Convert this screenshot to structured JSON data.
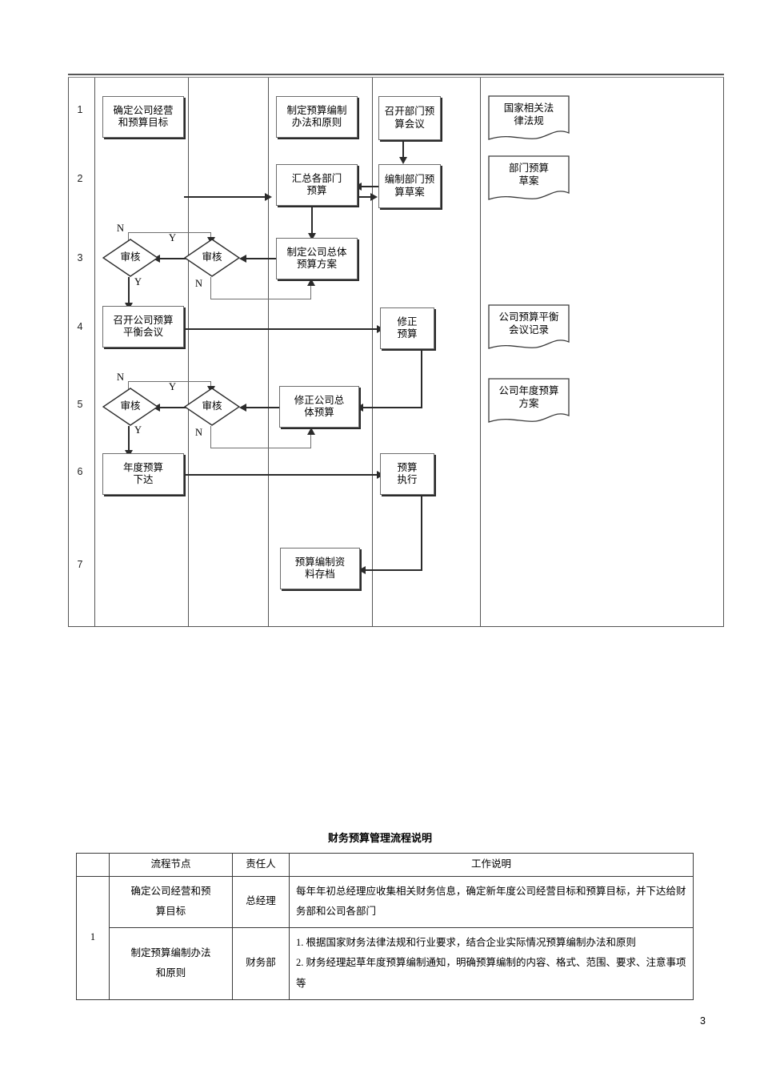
{
  "flowchart": {
    "row_numbers": [
      "1",
      "2",
      "3",
      "4",
      "5",
      "6",
      "7"
    ],
    "nodes": {
      "n1": {
        "text": "确定公司经营\n和预算目标",
        "type": "process"
      },
      "n2": {
        "text": "制定预算编制\n办法和原则",
        "type": "process"
      },
      "n3": {
        "text": "召开部门预\n算会议",
        "type": "process"
      },
      "n4": {
        "text": "编制部门预\n算草案",
        "type": "process"
      },
      "n5": {
        "text": "汇总各部门\n预算",
        "type": "process"
      },
      "n6": {
        "text": "制定公司总体\n预算方案",
        "type": "process"
      },
      "n7": {
        "text": "召开公司预算\n平衡会议",
        "type": "process"
      },
      "n8": {
        "text": "修正\n预算",
        "type": "process"
      },
      "n9": {
        "text": "修正公司总\n体预算",
        "type": "process"
      },
      "n10": {
        "text": "年度预算\n下达",
        "type": "process"
      },
      "n11": {
        "text": "预算\n执行",
        "type": "process"
      },
      "n12": {
        "text": "预算编制资\n料存档",
        "type": "process"
      },
      "d1": {
        "text": "审核",
        "type": "decision"
      },
      "d2": {
        "text": "审核",
        "type": "decision"
      },
      "d3": {
        "text": "审核",
        "type": "decision"
      },
      "d4": {
        "text": "审核",
        "type": "decision"
      },
      "doc1": {
        "text": "国家相关法\n律法规",
        "type": "document"
      },
      "doc2": {
        "text": "部门预算\n草案",
        "type": "document"
      },
      "doc3": {
        "text": "公司预算平衡\n会议记录",
        "type": "document"
      },
      "doc4": {
        "text": "公司年度预算\n方案",
        "type": "document"
      }
    },
    "branch_labels": {
      "r3_n_left": "N",
      "r3_y_top": "Y",
      "r3_y_bottom": "Y",
      "r3_n_bottom": "N",
      "r5_n_left": "N",
      "r5_y_top": "Y",
      "r5_y_bottom": "Y",
      "r5_n_bottom": "N"
    }
  },
  "table": {
    "title": "财务预算管理流程说明",
    "headers": [
      "",
      "流程节点",
      "责任人",
      "工作说明"
    ],
    "rows": [
      {
        "index": "1",
        "node": "确定公司经营和预\n算目标",
        "owner": "总经理",
        "desc": "每年年初总经理应收集相关财务信息，确定新年度公司经营目标和预算目标，并下达给财务部和公司各部门"
      },
      {
        "index": "",
        "node": "制定预算编制办法\n和原则",
        "owner": "财务部",
        "desc": "1. 根据国家财务法律法规和行业要求，结合企业实际情况预算编制办法和原则\n2. 财务经理起草年度预算编制通知，明确预算编制的内容、格式、范围、要求、注意事项等"
      }
    ]
  },
  "page_number": "3"
}
